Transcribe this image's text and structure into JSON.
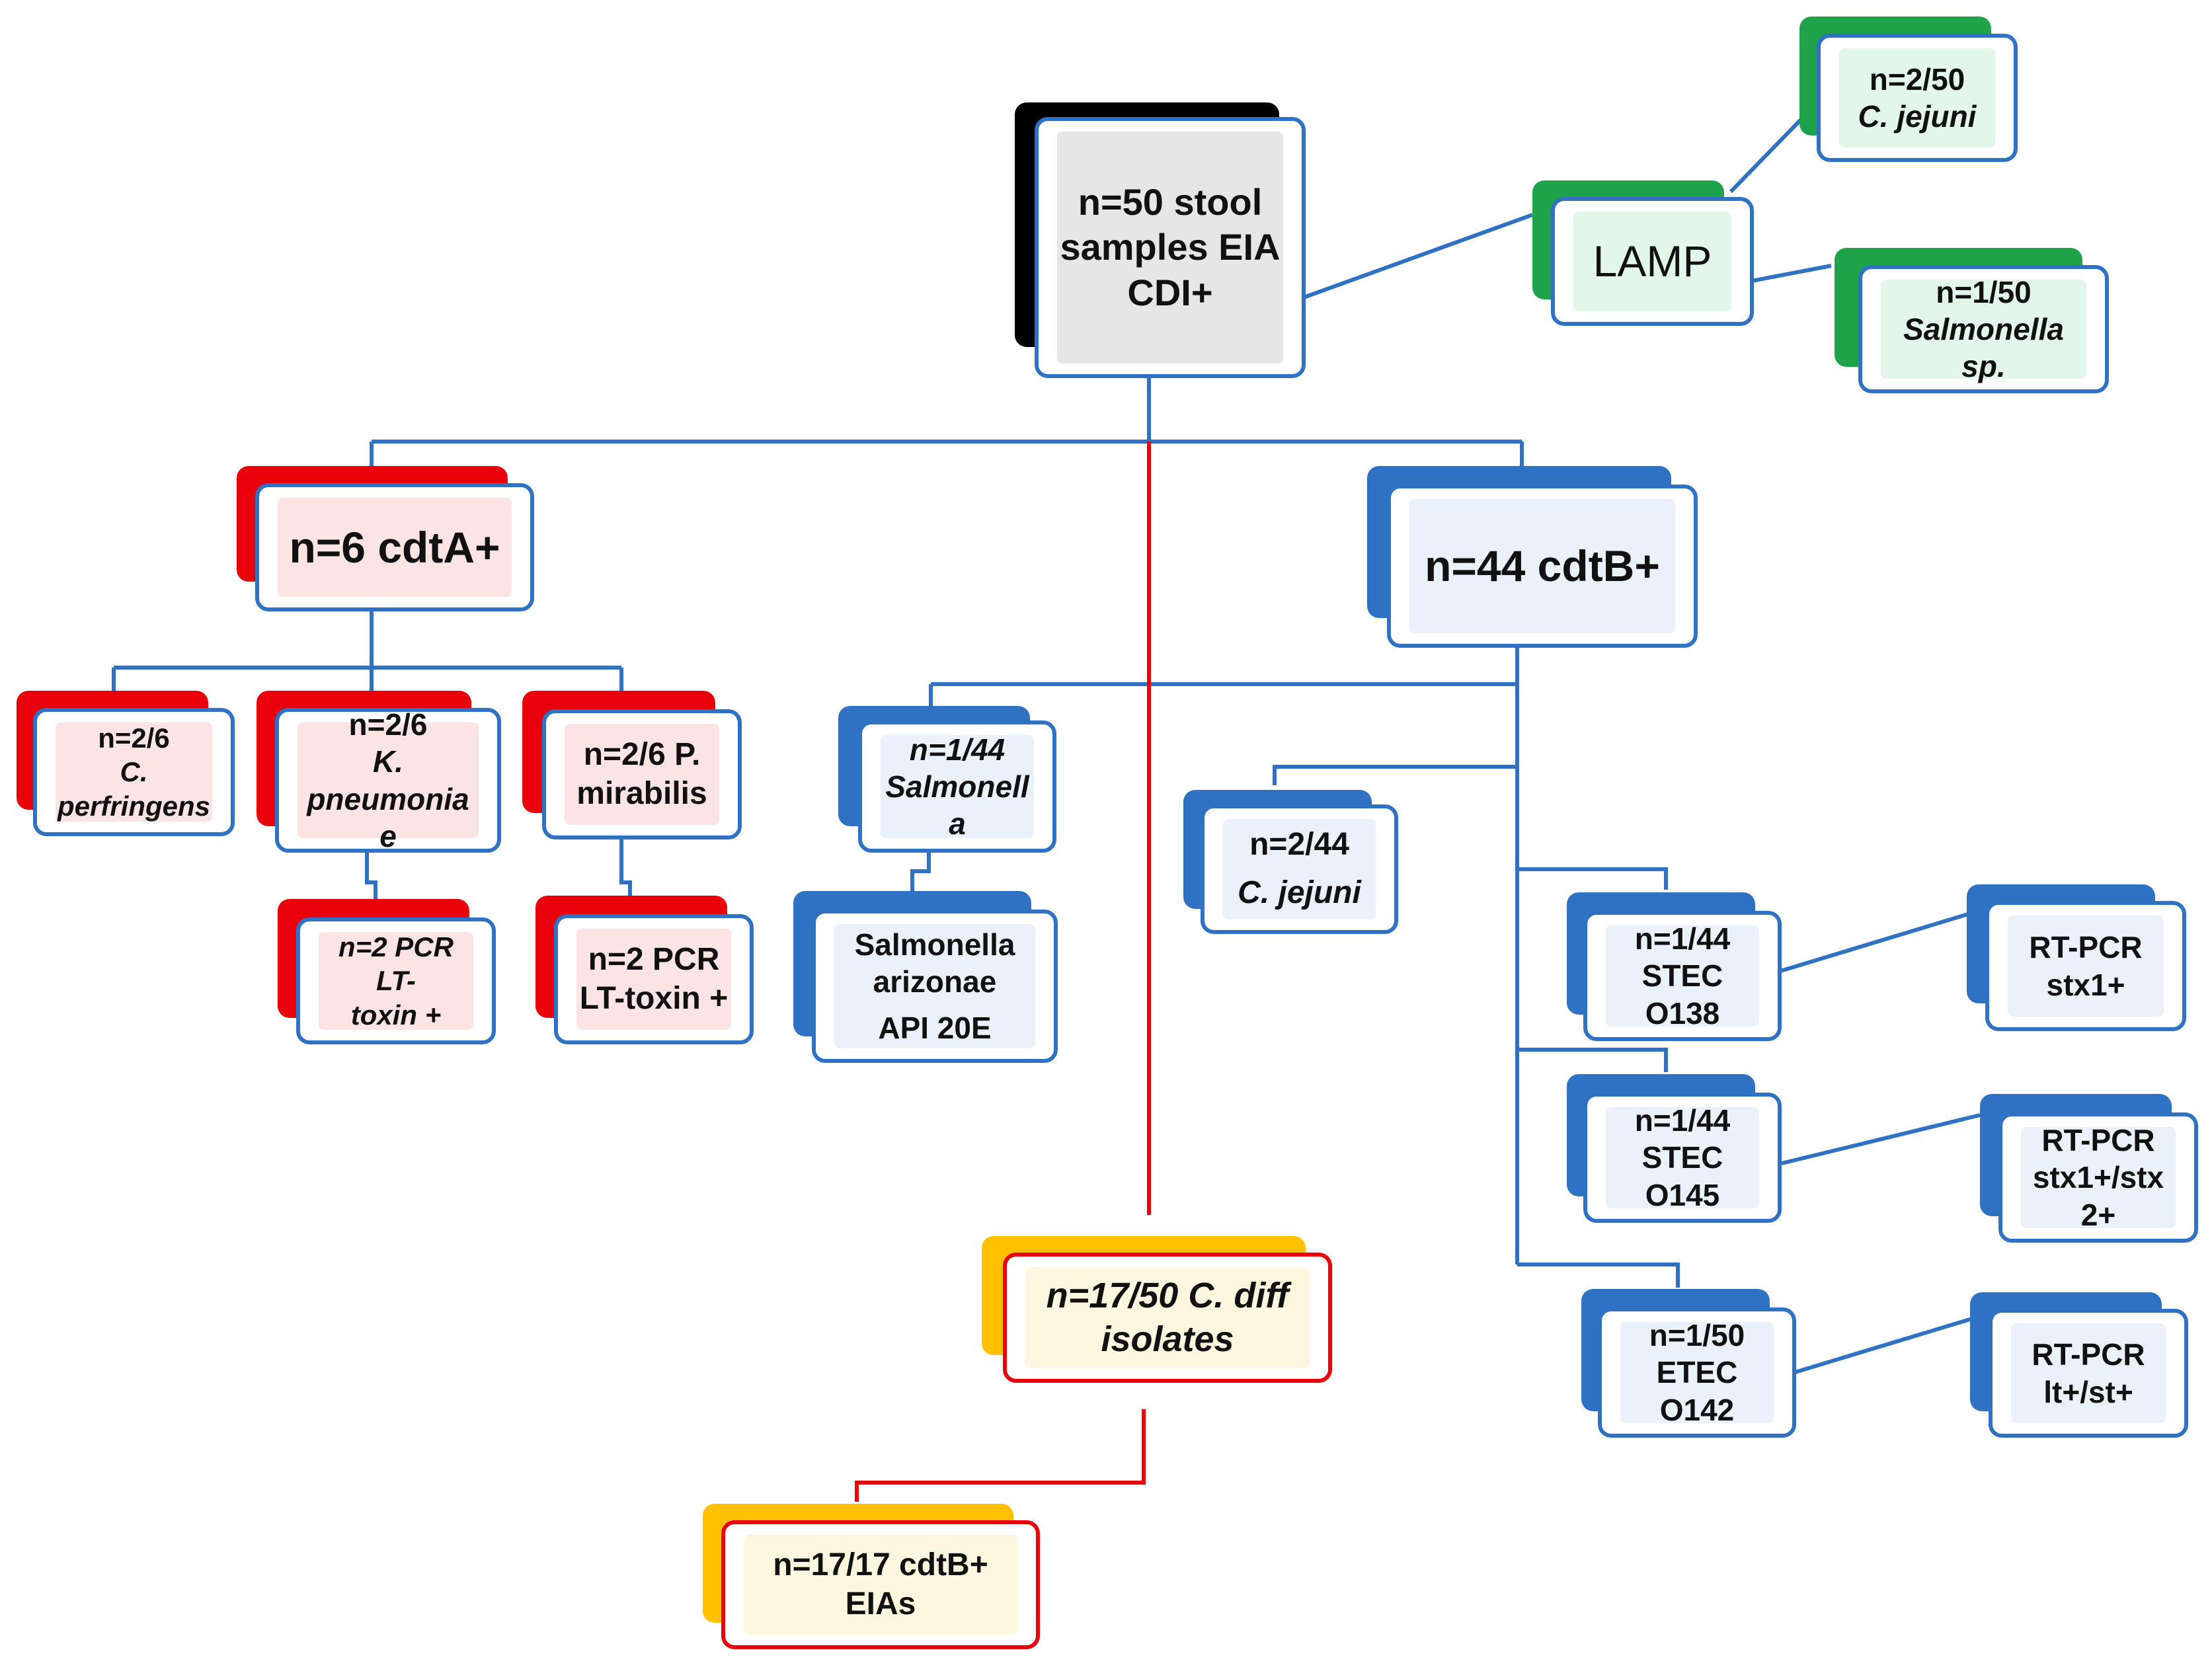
{
  "nodes": {
    "root": [
      "n=50 stool",
      "samples EIA",
      "CDI+"
    ],
    "lamp": [
      "LAMP"
    ],
    "lamp_cjejuni_count": "n=2/50",
    "lamp_cjejuni_name": "C. jejuni",
    "lamp_salmonella_count": "n=1/50",
    "lamp_salmonella_name": [
      "Salmonella",
      "sp."
    ],
    "cdta": "n=6 cdtA+",
    "cdtb": "n=44 cdtB+",
    "cperf_count": "n=2/6",
    "cperf_name": [
      "C.",
      "perfringens"
    ],
    "kpneu_count": "n=2/6",
    "kpneu_name": [
      "K.",
      "pneumonia",
      "e"
    ],
    "pmir": [
      "n=2/6 P.",
      "mirabilis"
    ],
    "pcr_lt_kpneu": [
      "n=2 PCR LT-",
      "toxin +"
    ],
    "pcr_lt_pmir": [
      "n=2 PCR",
      "LT-toxin +"
    ],
    "salmonella_44": [
      "n=1/44",
      "Salmonell",
      "a"
    ],
    "salmonella_api": [
      "Salmonella",
      "arizonae",
      "API 20E"
    ],
    "cjejuni_44_count": "n=2/44",
    "cjejuni_44_name": "C. jejuni",
    "stec_o138": [
      "n=1/44",
      "STEC",
      "O138"
    ],
    "stec_o145": [
      "n=1/44",
      "STEC",
      "O145"
    ],
    "etec_o142": [
      "n=1/50",
      "ETEC",
      "O142"
    ],
    "rtpcr_stx1": [
      "RT-PCR",
      "stx1+"
    ],
    "rtpcr_stx12": [
      "RT-PCR",
      "stx1+/stx",
      "2+"
    ],
    "rtpcr_lt": [
      "RT-PCR",
      "lt+/st+"
    ],
    "cdiff": [
      "n=17/50 C. diff",
      "isolates"
    ],
    "cdtb_eia": [
      "n=17/17 cdtB+",
      "EIAs"
    ]
  },
  "colors": {
    "blue_line": "#2f72c4",
    "red_line": "#e8000b",
    "red": "#e8000b",
    "blue": "#2f72c4",
    "green": "#1fa34a",
    "yellow": "#ffc000",
    "black": "#000000"
  }
}
